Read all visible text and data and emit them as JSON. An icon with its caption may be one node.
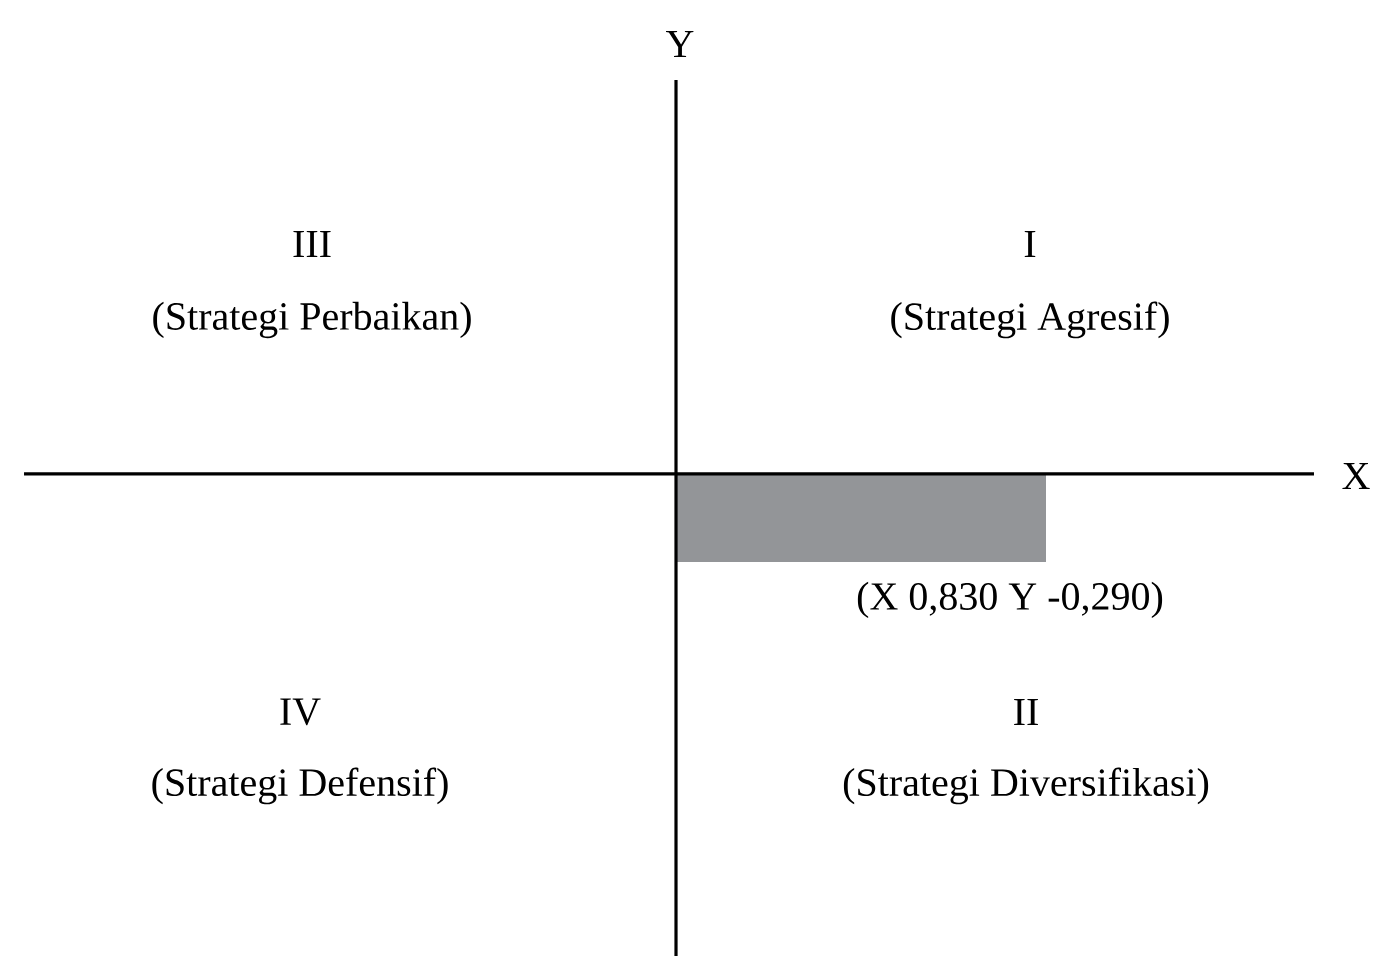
{
  "diagram": {
    "nodes": [
      {
        "text": [],
        "shape": "box"
      }
    ],
    "labels": [
      "Y",
      "III",
      "(Strategi Perbaikan)",
      "I",
      "(Strategi Agresif)",
      "X",
      "(X 0,830 Y -0,290)",
      "IV",
      "(Strategi Defensif)",
      "II",
      "(Strategi Diversifikasi)"
    ]
  }
}
